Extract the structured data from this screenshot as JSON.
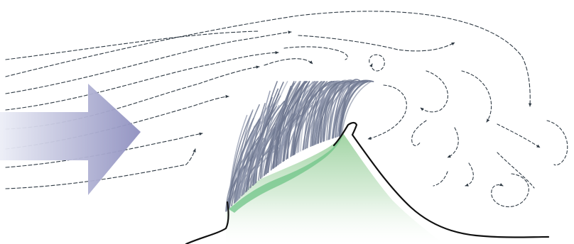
{
  "diagram": {
    "type": "airflow-over-vegetated-dune",
    "elements": [
      "wind-direction-arrow",
      "streamlines",
      "turbulent-eddies",
      "dune-mound",
      "vegetation-grass",
      "ground-profile"
    ]
  },
  "colors": {
    "background": "#ffffff",
    "wind_arrow_dark": "#8e8fbf",
    "wind_arrow_light": "#eceef7",
    "streamline": "#2f3a44",
    "grass": "#8f97ad",
    "grass_dark": "#6f7890",
    "mound_top": "#9bd19e",
    "mound_fade": "#ffffff",
    "mound_edge": "#5fb877",
    "ground": "#111111"
  }
}
